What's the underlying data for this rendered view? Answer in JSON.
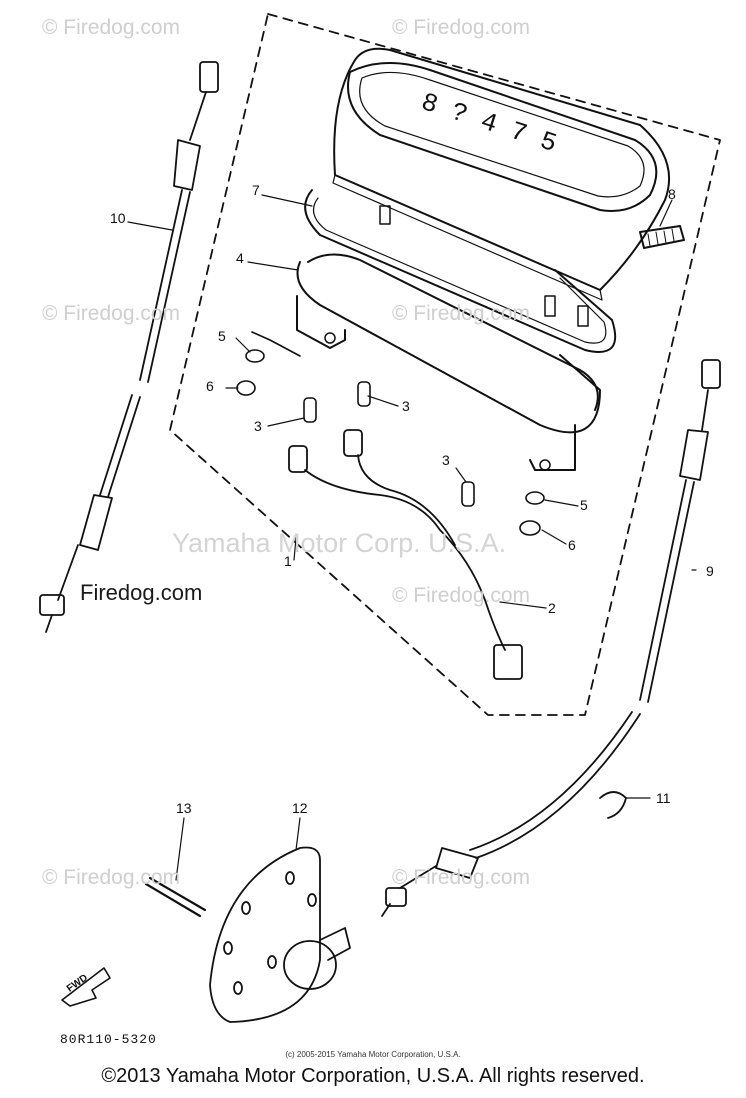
{
  "watermarks": {
    "firedog": "© Firedog.com",
    "firedog_plain": "Firedog.com",
    "company_center": "Yamaha Motor Corp. U.S.A."
  },
  "callouts": [
    "1",
    "2",
    "3",
    "3",
    "3",
    "4",
    "5",
    "5",
    "6",
    "6",
    "7",
    "8",
    "9",
    "10",
    "11",
    "12",
    "13"
  ],
  "arrow_label": "FWD",
  "part_code": "80R110-5320",
  "small_copyright": "(c) 2005-2015 Yamaha Motor Corporation, U.S.A.",
  "copyright": "©2013 Yamaha Motor Corporation, U.S.A. All rights reserved."
}
